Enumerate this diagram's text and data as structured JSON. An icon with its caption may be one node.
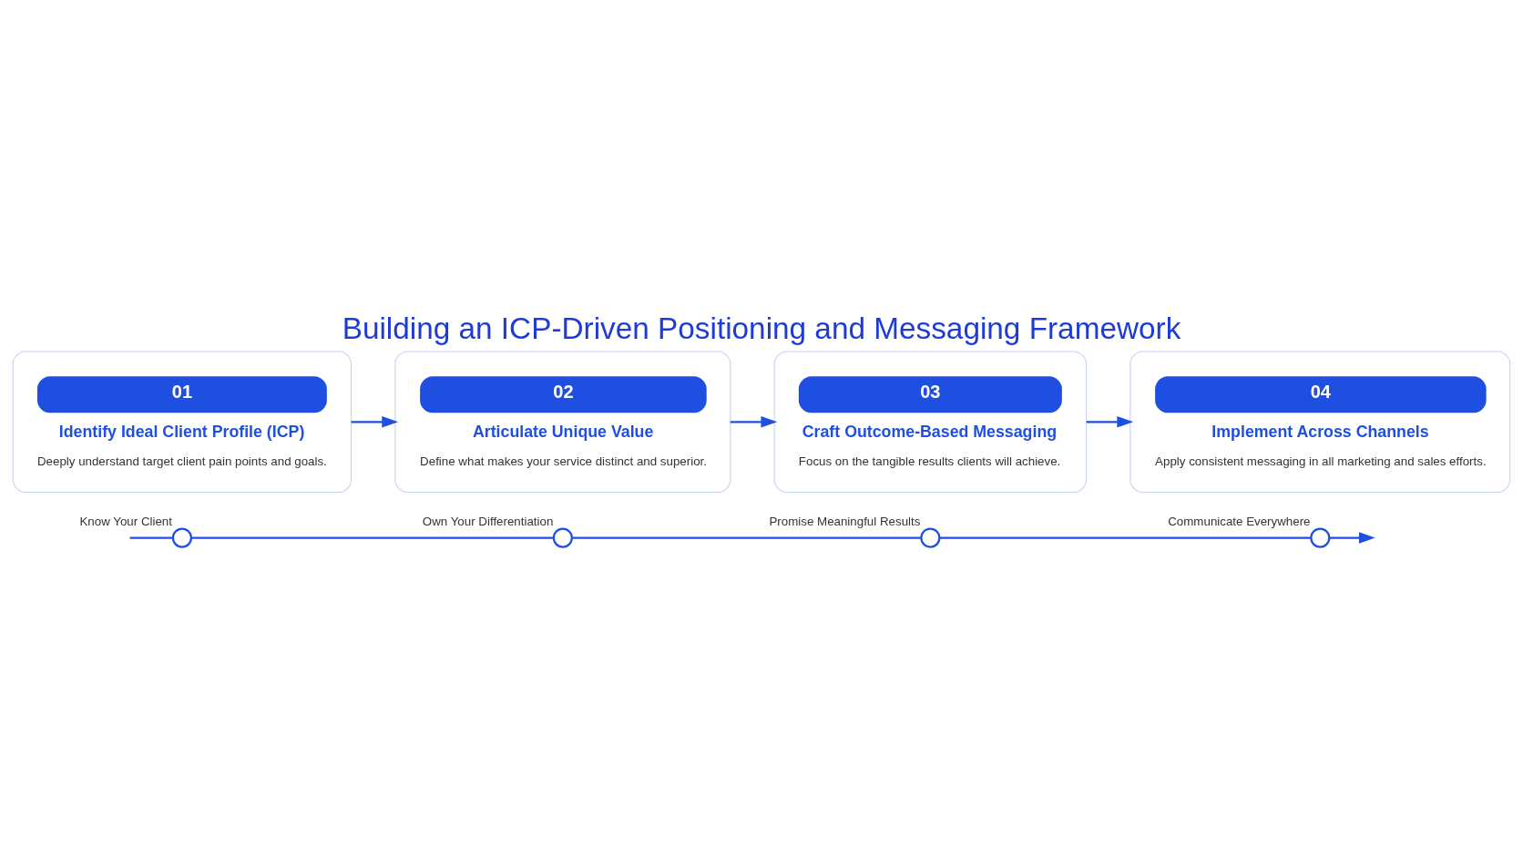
{
  "diagram": {
    "title": "Building an ICP-Driven Positioning and Messaging Framework",
    "nodes": [
      {
        "text": [
          "01",
          "Identify Ideal Client Profile (ICP)",
          "Deeply understand target client pain points and goals."
        ]
      },
      {
        "text": [
          "02",
          "Articulate Unique Value",
          "Define what makes your service distinct and superior."
        ]
      },
      {
        "text": [
          "03",
          "Craft Outcome-Based Messaging",
          "Focus on the tangible results clients will achieve."
        ]
      },
      {
        "text": [
          "04",
          "Implement Across Channels",
          "Apply consistent messaging in all marketing and sales efforts."
        ]
      },
      {
        "text": [],
        "shape": "circle",
        "beside": [
          "Know Your Client"
        ]
      },
      {
        "text": [],
        "shape": "circle",
        "beside": [
          "Own Your Differentiation"
        ]
      },
      {
        "text": [],
        "shape": "circle",
        "beside": [
          "Promise Meaningful Results"
        ]
      },
      {
        "text": [],
        "shape": "circle",
        "beside": [
          "Communicate Everywhere"
        ]
      }
    ],
    "edges": [
      {
        "from": 0,
        "to": 1,
        "arrow": "to"
      },
      {
        "from": 1,
        "to": 2,
        "arrow": "to"
      },
      {
        "from": 2,
        "to": 3,
        "arrow": "to"
      },
      {
        "from": null,
        "to": 4,
        "arrow": "none"
      },
      {
        "from": 4,
        "to": 5,
        "arrow": "none"
      },
      {
        "from": 5,
        "to": 6,
        "arrow": "none"
      },
      {
        "from": 6,
        "to": 7,
        "arrow": "none"
      },
      {
        "from": 7,
        "to": null,
        "arrow": "to"
      }
    ]
  }
}
